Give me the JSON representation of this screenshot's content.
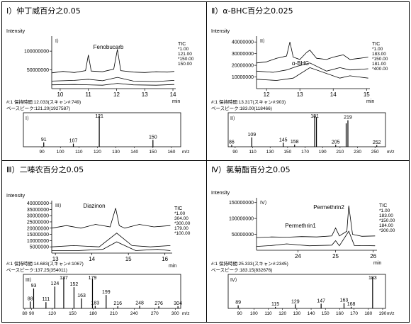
{
  "panels": [
    {
      "title": "Ⅰ）仲丁威百分之0.05",
      "chart_data": [
        {
          "type": "line",
          "ylabel": "Intensity",
          "xlabel": "min",
          "panel_label": "I）",
          "peak_label": "Fenobucarb",
          "ylim": [
            0,
            140000000
          ],
          "xlim": [
            9.7,
            14.1
          ],
          "yticks": [
            50000000,
            100000000
          ],
          "ytick_labels": [
            "50000000",
            "100000000"
          ],
          "xticks": [
            10,
            11,
            12,
            13,
            14
          ],
          "legend_title": "TIC",
          "channels": [
            "*1.00",
            "121.00",
            "*150.00",
            "150.00"
          ],
          "series": [
            {
              "x": [
                9.7,
                10.1,
                10.5,
                10.9,
                11.0,
                11.1,
                11.5,
                11.9,
                12.03,
                12.15,
                12.6,
                13.0,
                13.4,
                13.8,
                14.05
              ],
              "y": [
                42000000,
                46000000,
                43000000,
                48000000,
                90000000,
                47000000,
                45000000,
                52000000,
                105000000,
                48000000,
                44000000,
                43000000,
                45000000,
                44000000,
                46000000
              ]
            },
            {
              "x": [
                9.7,
                10.5,
                11.0,
                11.5,
                12.03,
                12.6,
                13.4,
                14.05
              ],
              "y": [
                20000000,
                22000000,
                25000000,
                21000000,
                30000000,
                20000000,
                19000000,
                22000000
              ]
            },
            {
              "x": [
                9.7,
                10.5,
                11.5,
                12.03,
                12.6,
                13.4,
                14.05
              ],
              "y": [
                10000000,
                11000000,
                9000000,
                14000000,
                10000000,
                9000000,
                11000000
              ]
            }
          ]
        },
        {
          "type": "bar",
          "header_lines": [
            "#:1 保持時間:12.033(スキャン#:749)",
            "ベースピーク:121.20(1927587)"
          ],
          "panel_label": "I）",
          "xlabel": "m/z",
          "xlim": [
            80,
            165
          ],
          "xticks": [
            90,
            100,
            110,
            120,
            130,
            140,
            150,
            160
          ],
          "peaks": [
            {
              "mz": 91,
              "value": 14,
              "label": "91"
            },
            {
              "mz": 107,
              "value": 10,
              "label": "107"
            },
            {
              "mz": 121,
              "value": 100,
              "label": "121"
            },
            {
              "mz": 150,
              "value": 22,
              "label": "150"
            }
          ]
        }
      ]
    },
    {
      "title": "Ⅱ）α-BHC百分之0.025",
      "chart_data": [
        {
          "type": "line",
          "ylabel": "Intensity",
          "xlabel": "min",
          "panel_label": "II）",
          "peak_label": "α-BHC",
          "ylim": [
            0,
            45000000
          ],
          "xlim": [
            11.7,
            15.1
          ],
          "yticks": [
            10000000,
            20000000,
            30000000,
            40000000
          ],
          "ytick_labels": [
            "10000000",
            "20000000",
            "30000000",
            "40000000"
          ],
          "xticks": [
            12,
            13,
            14,
            15
          ],
          "legend_title": "TIC",
          "channels": [
            "*1.00",
            "183.00",
            "*150.00",
            "181.00",
            "*400.00"
          ],
          "series": [
            {
              "x": [
                11.7,
                12.0,
                12.3,
                12.6,
                12.7,
                12.8,
                13.0,
                13.2,
                13.3,
                13.5,
                13.8,
                14.0,
                14.3,
                14.5,
                14.8,
                15.05
              ],
              "y": [
                22000000,
                23000000,
                26000000,
                28000000,
                40000000,
                27000000,
                25000000,
                31000000,
                33000000,
                26000000,
                25000000,
                27000000,
                29000000,
                25000000,
                26000000,
                27000000
              ]
            },
            {
              "x": [
                11.7,
                12.2,
                12.6,
                12.9,
                13.3,
                13.8,
                14.2,
                14.5,
                15.05
              ],
              "y": [
                15000000,
                14000000,
                16000000,
                19000000,
                22000000,
                15000000,
                18000000,
                16000000,
                17000000
              ]
            },
            {
              "x": [
                11.7,
                12.3,
                12.8,
                13.3,
                14.2,
                14.5,
                15.05
              ],
              "y": [
                8000000,
                7000000,
                9000000,
                18000000,
                9000000,
                11000000,
                9000000
              ]
            }
          ]
        },
        {
          "type": "bar",
          "header_lines": [
            "#:1 保持時間:13.317(スキャン#:903)",
            "ベースピーク:183.00(118466)"
          ],
          "panel_label": "II）",
          "xlabel": "m/z",
          "xlim": [
            82,
            262
          ],
          "xticks": [
            90,
            110,
            130,
            150,
            170,
            190,
            210,
            230,
            250
          ],
          "peaks": [
            {
              "mz": 86,
              "value": 6,
              "label": "86"
            },
            {
              "mz": 109,
              "value": 30,
              "label": "109"
            },
            {
              "mz": 145,
              "value": 13,
              "label": "145"
            },
            {
              "mz": 158,
              "value": 7,
              "label": "158"
            },
            {
              "mz": 181,
              "value": 100,
              "label": "181"
            },
            {
              "mz": 183,
              "value": 95,
              "label": ""
            },
            {
              "mz": 205,
              "value": 6,
              "label": "205"
            },
            {
              "mz": 217,
              "value": 75,
              "label": ""
            },
            {
              "mz": 219,
              "value": 85,
              "label": "219"
            },
            {
              "mz": 252,
              "value": 5,
              "label": "252"
            }
          ]
        }
      ]
    },
    {
      "title": "Ⅲ）二嗪农百分之0.05",
      "chart_data": [
        {
          "type": "line",
          "ylabel": "Intensity",
          "xlabel": "min",
          "panel_label": "III）",
          "peak_label": "Diazinon",
          "ylim": [
            0,
            42000000
          ],
          "xlim": [
            12.9,
            16.2
          ],
          "yticks": [
            5000000,
            10000000,
            15000000,
            20000000,
            25000000,
            30000000,
            35000000,
            40000000
          ],
          "ytick_labels": [
            "5000000",
            "10000000",
            "15000000",
            "20000000",
            "25000000",
            "30000000",
            "35000000",
            "40000000"
          ],
          "xticks": [
            13,
            14,
            15,
            16
          ],
          "legend_title": "TIC",
          "channels": [
            "*1.00",
            "304.00",
            "*300.00",
            "179.00",
            "*100.00"
          ],
          "series": [
            {
              "x": [
                12.9,
                13.3,
                13.7,
                14.1,
                14.5,
                14.65,
                14.75,
                14.9,
                15.3,
                15.7,
                16.15
              ],
              "y": [
                20000000,
                22000000,
                20000000,
                23000000,
                21000000,
                36000000,
                22000000,
                20000000,
                23000000,
                21000000,
                22000000
              ]
            },
            {
              "x": [
                12.9,
                13.5,
                14.2,
                14.68,
                15.1,
                15.6,
                16.15
              ],
              "y": [
                5000000,
                6000000,
                5000000,
                16000000,
                6000000,
                5000000,
                6000000
              ]
            },
            {
              "x": [
                12.9,
                13.6,
                14.3,
                14.68,
                15.2,
                15.8,
                16.15
              ],
              "y": [
                2000000,
                2000000,
                3000000,
                9000000,
                2000000,
                3000000,
                2000000
              ]
            }
          ]
        },
        {
          "type": "bar",
          "header_lines": [
            "#:1 保持時間:14.683(スキャン#:1067)",
            "ベースピーク:137.25(354011)"
          ],
          "panel_label": "III）",
          "xlabel": "m/z",
          "xlim": [
            78,
            308
          ],
          "xticks": [
            80,
            90,
            120,
            150,
            180,
            210,
            240,
            270,
            300
          ],
          "peaks": [
            {
              "mz": 88,
              "value": 22,
              "label": "88"
            },
            {
              "mz": 93,
              "value": 64,
              "label": "93"
            },
            {
              "mz": 111,
              "value": 20,
              "label": "111"
            },
            {
              "mz": 124,
              "value": 70,
              "label": "124"
            },
            {
              "mz": 137,
              "value": 100,
              "label": "137"
            },
            {
              "mz": 152,
              "value": 68,
              "label": "152"
            },
            {
              "mz": 163,
              "value": 32,
              "label": "163"
            },
            {
              "mz": 179,
              "value": 95,
              "label": "179"
            },
            {
              "mz": 183,
              "value": 8,
              "label": "183"
            },
            {
              "mz": 199,
              "value": 43,
              "label": "199"
            },
            {
              "mz": 216,
              "value": 7,
              "label": "216"
            },
            {
              "mz": 248,
              "value": 8,
              "label": "248"
            },
            {
              "mz": 276,
              "value": 7,
              "label": "276"
            },
            {
              "mz": 304,
              "value": 7,
              "label": "304"
            }
          ]
        }
      ]
    },
    {
      "title": "Ⅳ）氯菊酯百分之0.05",
      "chart_data": [
        {
          "type": "line",
          "ylabel": "Intensity",
          "xlabel": "min",
          "panel_label": "IV）",
          "peak_labels": [
            "Permethrin1",
            "Permethrin2"
          ],
          "ylim": [
            0,
            165000000
          ],
          "xlim": [
            22.9,
            26.1
          ],
          "yticks": [
            50000000,
            100000000,
            150000000
          ],
          "ytick_labels": [
            "50000000",
            "100000000",
            "150000000"
          ],
          "xticks": [
            24,
            25,
            26
          ],
          "legend_title": "TIC",
          "channels": [
            "*1.00",
            "183.00",
            "*150.00",
            "184.00",
            "*300.00"
          ],
          "series": [
            {
              "x": [
                22.9,
                23.3,
                23.7,
                24.1,
                24.5,
                24.9,
                25.0,
                25.1,
                25.3,
                25.35,
                25.45,
                25.7,
                26.05
              ],
              "y": [
                40000000,
                42000000,
                41000000,
                43000000,
                42000000,
                45000000,
                70000000,
                45000000,
                60000000,
                140000000,
                50000000,
                44000000,
                45000000
              ]
            },
            {
              "x": [
                22.9,
                23.3,
                23.7,
                24.3,
                24.9,
                25.0,
                25.1,
                25.35,
                25.5,
                26.05
              ],
              "y": [
                12000000,
                15000000,
                20000000,
                14000000,
                16000000,
                30000000,
                14000000,
                60000000,
                15000000,
                14000000
              ]
            }
          ]
        },
        {
          "type": "bar",
          "header_lines": [
            "#:1 保持時間:25.333(スキャン#:2345)",
            "ベースピーク:183.15(832676)"
          ],
          "panel_label": "IV）",
          "xlabel": "m/z",
          "xlim": [
            82,
            192
          ],
          "xticks": [
            90,
            100,
            110,
            120,
            130,
            140,
            150,
            160,
            170,
            180,
            190
          ],
          "peaks": [
            {
              "mz": 89,
              "value": 10,
              "label": "89"
            },
            {
              "mz": 115,
              "value": 5,
              "label": "115"
            },
            {
              "mz": 129,
              "value": 13,
              "label": "129"
            },
            {
              "mz": 147,
              "value": 15,
              "label": "147"
            },
            {
              "mz": 163,
              "value": 17,
              "label": "163"
            },
            {
              "mz": 168,
              "value": 5,
              "label": "168"
            },
            {
              "mz": 183,
              "value": 100,
              "label": "183"
            }
          ]
        }
      ]
    }
  ]
}
